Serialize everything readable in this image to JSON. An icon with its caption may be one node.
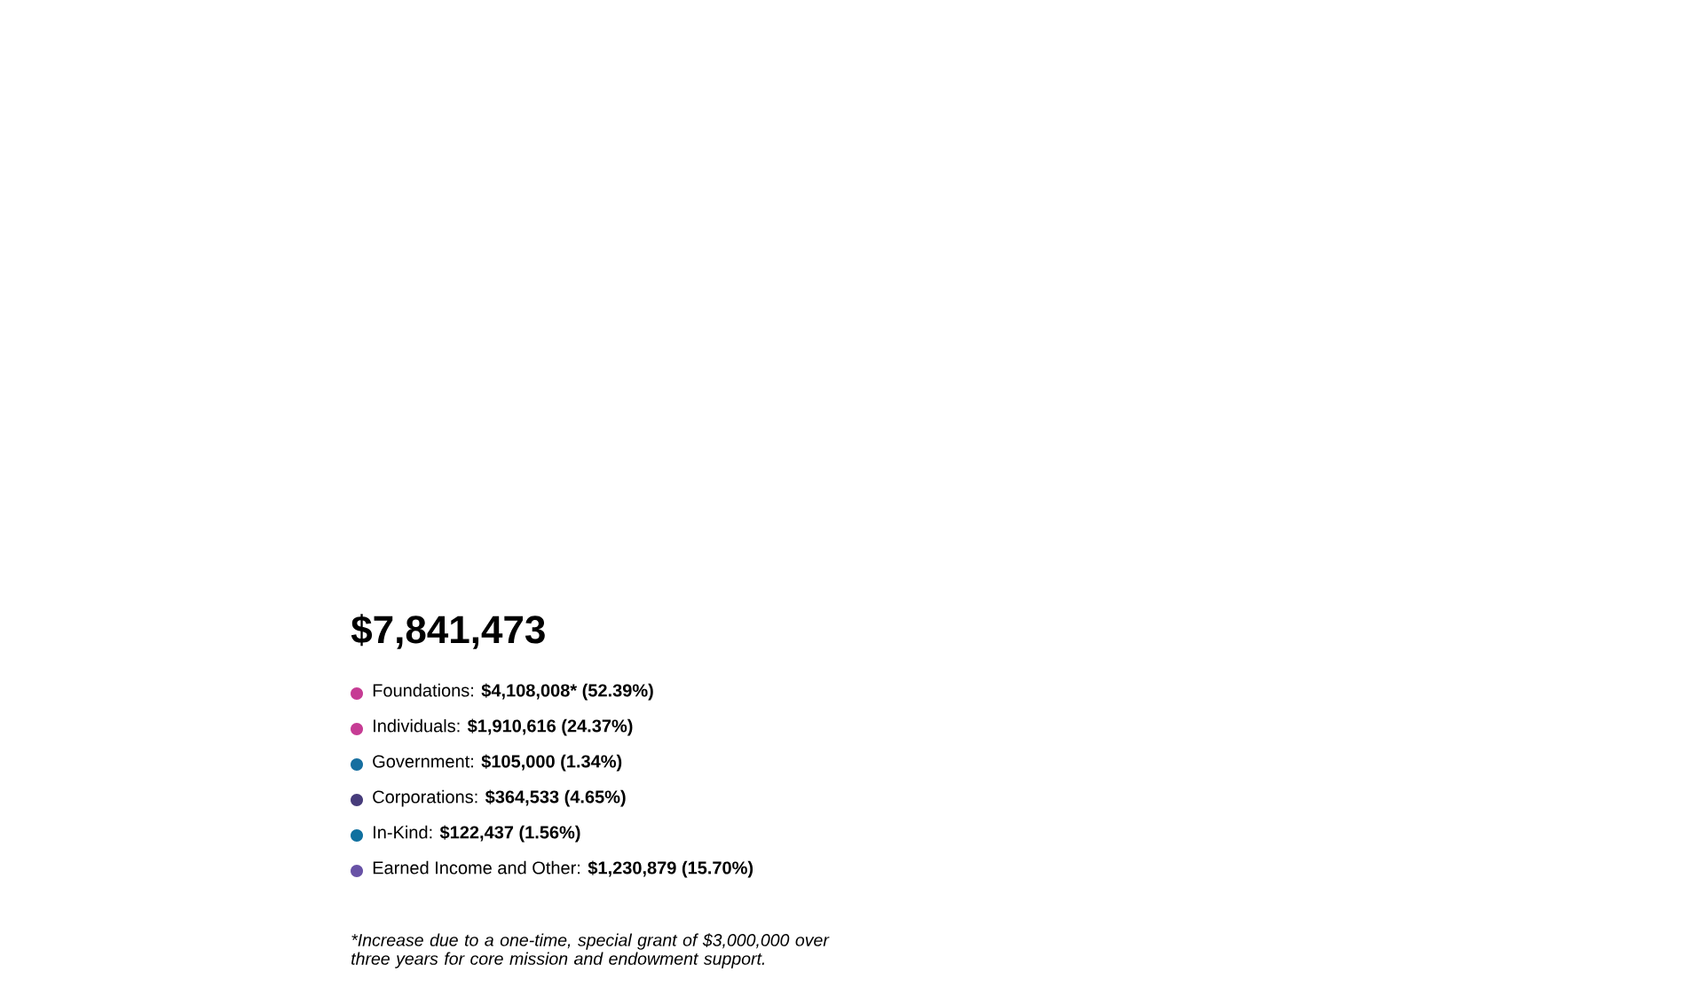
{
  "diagram": {
    "title": "$7,841,473",
    "caption": "*Increase due to a one-time, special grant of $3,000,000 over three years for core mission and endowment support.",
    "legend": [
      {
        "text": "Foundations: **$4,108,008* (52.39%)**",
        "color": "#c63c94"
      },
      {
        "text": "Individuals: **$1,910,616 (24.37%)**",
        "color": "#c63c94"
      },
      {
        "text": "Government: **$105,000 (1.34%)**",
        "color": "#176fa0"
      },
      {
        "text": "Corporations: **$364,533 (4.65%)**",
        "color": "#473c7b"
      },
      {
        "text": "In-Kind: **$122,437 (1.56%)**",
        "color": "#10709f"
      },
      {
        "text": "Earned Income and Other:  **$1,230,879 (15.70%)**",
        "color": "#6852a6"
      }
    ]
  }
}
